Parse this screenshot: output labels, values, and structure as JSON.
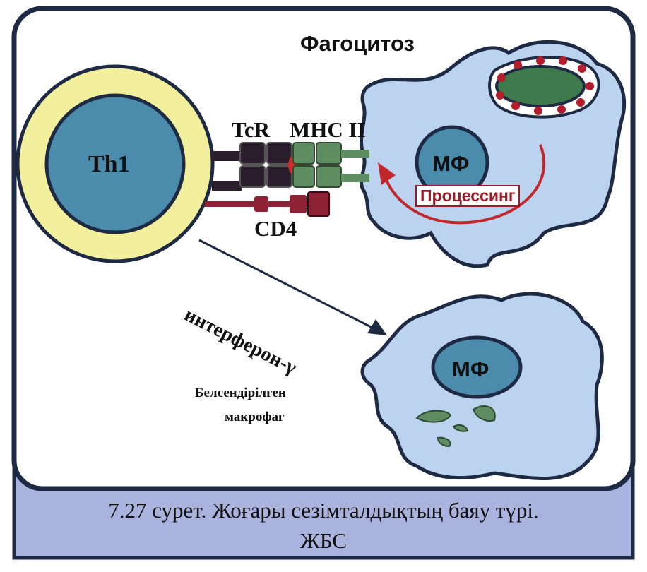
{
  "diagram": {
    "title_phagocytosis": "Фагоцитоз",
    "th1_label": "Th1",
    "tcr_label": "TcR",
    "mhc_label": "MHC II",
    "cd4_label": "CD4",
    "processing_label": "Процессинг",
    "mf_top_label": "МФ",
    "mf_bottom_label": "МФ",
    "interferon_label": "интерферон-γ",
    "activated_line1": "Белсендірілген",
    "activated_line2": "макрофаг"
  },
  "caption": {
    "line1": "7.27 сурет. Жоғары сезімталдықтың баяу түрі.",
    "line2": "ЖБС"
  },
  "colors": {
    "frame": "#1e2a44",
    "panel_bottom": "#aab3dd",
    "th1_outer": "#f3f09d",
    "th1_inner": "#4b8bab",
    "macrophage": "#bcd3ef",
    "nucleus": "#4b8bab",
    "bacterium": "#3f7a4c",
    "granule": "#b31c2a",
    "receptor_dark": "#2a1e2c",
    "mhc_green": "#5f8d62",
    "cd4": "#8c2234",
    "arrow_red": "#c0282c"
  }
}
